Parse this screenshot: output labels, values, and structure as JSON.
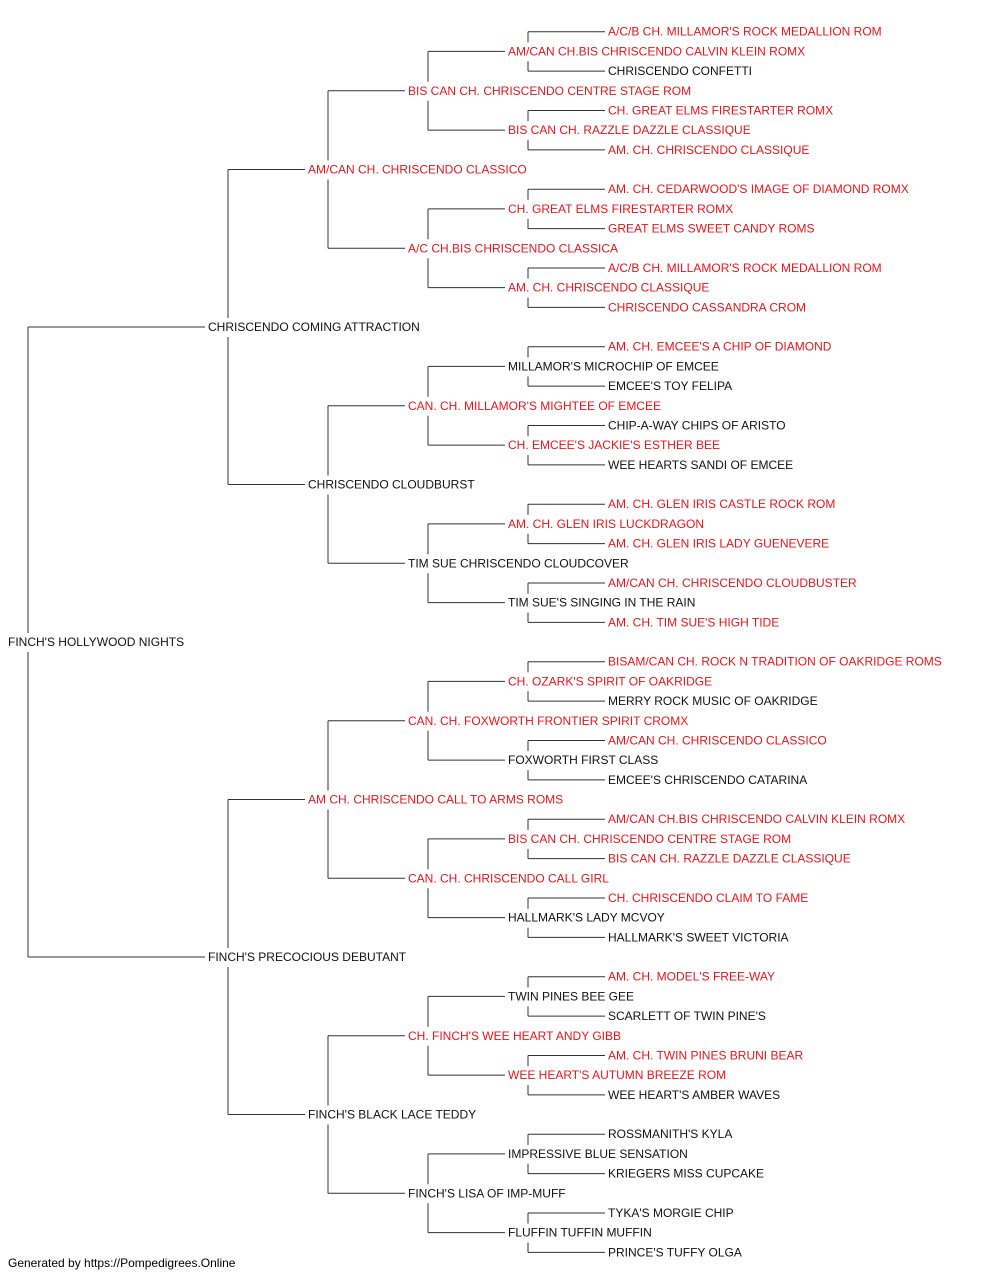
{
  "colors": {
    "champion": "#e8141c",
    "normal": "#111111",
    "line": "#333333"
  },
  "footer": "Generated by https://Pompedigrees.Online",
  "pedigree": {
    "name": "FINCH'S HOLLYWOOD NIGHTS",
    "champion": false,
    "sire": {
      "name": "CHRISCENDO COMING ATTRACTION",
      "champion": false,
      "sire": {
        "name": "AM/CAN CH. CHRISCENDO CLASSICO",
        "champion": true,
        "sire": {
          "name": "BIS CAN CH. CHRISCENDO CENTRE STAGE ROM",
          "champion": true,
          "sire": {
            "name": "AM/CAN CH.BIS CHRISCENDO CALVIN KLEIN ROMX",
            "champion": true,
            "sire": {
              "name": "A/C/B CH. MILLAMOR'S ROCK MEDALLION ROM",
              "champion": true
            },
            "dam": {
              "name": "CHRISCENDO CONFETTI",
              "champion": false
            }
          },
          "dam": {
            "name": "BIS CAN CH. RAZZLE DAZZLE CLASSIQUE",
            "champion": true,
            "sire": {
              "name": "CH. GREAT ELMS FIRESTARTER ROMX",
              "champion": true
            },
            "dam": {
              "name": "AM. CH. CHRISCENDO CLASSIQUE",
              "champion": true
            }
          }
        },
        "dam": {
          "name": "A/C CH.BIS CHRISCENDO CLASSICA",
          "champion": true,
          "sire": {
            "name": "CH. GREAT ELMS FIRESTARTER ROMX",
            "champion": true,
            "sire": {
              "name": "AM. CH. CEDARWOOD'S IMAGE OF DIAMOND ROMX",
              "champion": true
            },
            "dam": {
              "name": "GREAT ELMS SWEET CANDY ROMS",
              "champion": true
            }
          },
          "dam": {
            "name": "AM. CH. CHRISCENDO CLASSIQUE",
            "champion": true,
            "sire": {
              "name": "A/C/B CH. MILLAMOR'S ROCK MEDALLION ROM",
              "champion": true
            },
            "dam": {
              "name": "CHRISCENDO CASSANDRA CROM",
              "champion": true
            }
          }
        }
      },
      "dam": {
        "name": "CHRISCENDO CLOUDBURST",
        "champion": false,
        "sire": {
          "name": "CAN. CH. MILLAMOR'S MIGHTEE OF EMCEE",
          "champion": true,
          "sire": {
            "name": "MILLAMOR'S MICROCHIP OF EMCEE",
            "champion": false,
            "sire": {
              "name": "AM. CH. EMCEE'S A CHIP OF DIAMOND",
              "champion": true
            },
            "dam": {
              "name": "EMCEE'S TOY FELIPA",
              "champion": false
            }
          },
          "dam": {
            "name": "CH. EMCEE'S JACKIE'S ESTHER BEE",
            "champion": true,
            "sire": {
              "name": "CHIP-A-WAY CHIPS OF ARISTO",
              "champion": false
            },
            "dam": {
              "name": "WEE HEARTS SANDI OF EMCEE",
              "champion": false
            }
          }
        },
        "dam": {
          "name": "TIM SUE CHRISCENDO CLOUDCOVER",
          "champion": false,
          "sire": {
            "name": "AM. CH. GLEN IRIS LUCKDRAGON",
            "champion": true,
            "sire": {
              "name": "AM. CH. GLEN IRIS CASTLE ROCK ROM",
              "champion": true
            },
            "dam": {
              "name": "AM. CH. GLEN IRIS LADY GUENEVERE",
              "champion": true
            }
          },
          "dam": {
            "name": "TIM SUE'S SINGING IN THE RAIN",
            "champion": false,
            "sire": {
              "name": "AM/CAN CH. CHRISCENDO CLOUDBUSTER",
              "champion": true
            },
            "dam": {
              "name": "AM. CH. TIM SUE'S HIGH TIDE",
              "champion": true
            }
          }
        }
      }
    },
    "dam": {
      "name": "FINCH'S PRECOCIOUS DEBUTANT",
      "champion": false,
      "sire": {
        "name": "AM CH. CHRISCENDO CALL TO ARMS ROMS",
        "champion": true,
        "sire": {
          "name": "CAN. CH. FOXWORTH FRONTIER SPIRIT CROMX",
          "champion": true,
          "sire": {
            "name": "CH. OZARK'S SPIRIT OF OAKRIDGE",
            "champion": true,
            "sire": {
              "name": "BISAM/CAN CH. ROCK N TRADITION OF OAKRIDGE ROMS",
              "champion": true
            },
            "dam": {
              "name": "MERRY ROCK MUSIC OF OAKRIDGE",
              "champion": false
            }
          },
          "dam": {
            "name": "FOXWORTH FIRST CLASS",
            "champion": false,
            "sire": {
              "name": "AM/CAN CH. CHRISCENDO CLASSICO",
              "champion": true
            },
            "dam": {
              "name": "EMCEE'S CHRISCENDO CATARINA",
              "champion": false
            }
          }
        },
        "dam": {
          "name": "CAN. CH. CHRISCENDO CALL GIRL",
          "champion": true,
          "sire": {
            "name": "BIS CAN CH. CHRISCENDO CENTRE STAGE ROM",
            "champion": true,
            "sire": {
              "name": "AM/CAN CH.BIS CHRISCENDO CALVIN KLEIN ROMX",
              "champion": true
            },
            "dam": {
              "name": "BIS CAN CH. RAZZLE DAZZLE CLASSIQUE",
              "champion": true
            }
          },
          "dam": {
            "name": "HALLMARK'S LADY MCVOY",
            "champion": false,
            "sire": {
              "name": "CH. CHRISCENDO CLAIM TO FAME",
              "champion": true
            },
            "dam": {
              "name": "HALLMARK'S SWEET VICTORIA",
              "champion": false
            }
          }
        }
      },
      "dam": {
        "name": "FINCH'S BLACK LACE TEDDY",
        "champion": false,
        "sire": {
          "name": "CH. FINCH'S WEE HEART ANDY GIBB",
          "champion": true,
          "sire": {
            "name": "TWIN PINES BEE GEE",
            "champion": false,
            "sire": {
              "name": "AM. CH. MODEL'S FREE-WAY",
              "champion": true
            },
            "dam": {
              "name": "SCARLETT OF TWIN PINE'S",
              "champion": false
            }
          },
          "dam": {
            "name": "WEE HEART'S AUTUMN BREEZE ROM",
            "champion": true,
            "sire": {
              "name": "AM. CH. TWIN PINES BRUNI BEAR",
              "champion": true
            },
            "dam": {
              "name": "WEE HEART'S AMBER WAVES",
              "champion": false
            }
          }
        },
        "dam": {
          "name": "FINCH'S LISA OF IMP-MUFF",
          "champion": false,
          "sire": {
            "name": "IMPRESSIVE BLUE SENSATION",
            "champion": false,
            "sire": {
              "name": "ROSSMANITH'S KYLA",
              "champion": false
            },
            "dam": {
              "name": "KRIEGERS MISS CUPCAKE",
              "champion": false
            }
          },
          "dam": {
            "name": "FLUFFIN TUFFIN MUFFIN",
            "champion": false,
            "sire": {
              "name": "TYKA'S MORGIE CHIP",
              "champion": false
            },
            "dam": {
              "name": "PRINCE'S TUFFY OLGA",
              "champion": false
            }
          }
        }
      }
    }
  }
}
